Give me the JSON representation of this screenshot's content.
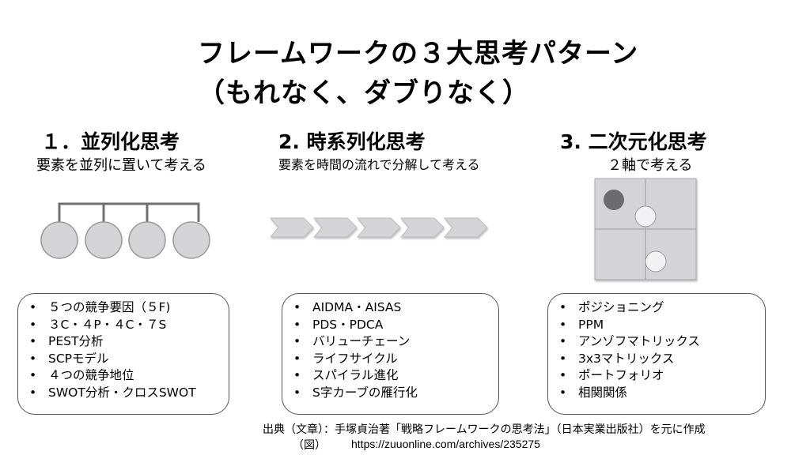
{
  "title": {
    "line1": "フレームワークの３大思考パターン",
    "line2": "（もれなく、ダブりなく）"
  },
  "sections": [
    {
      "heading": "１．並列化思考",
      "subtitle": "要素を並列に置いて考える",
      "diagram": "parallel-circles",
      "items": [
        "５つの競争要因（５F)",
        "３C・４P・４C・７S",
        "PEST分析",
        "SCPモデル",
        "４つの競争地位",
        "SWOT分析・クロスSWOT"
      ]
    },
    {
      "heading": "2.  時系列化思考",
      "subtitle": "要素を時間の流れで分解して考える",
      "diagram": "chevron-sequence",
      "items": [
        "AIDMA・AISAS",
        "PDS・PDCA",
        "バリューチェーン",
        "ライフサイクル",
        "スパイラル進化",
        "S字カーブの雁行化"
      ]
    },
    {
      "heading": "3.  二次元化思考",
      "subtitle": "２軸で考える",
      "diagram": "quadrant-matrix",
      "items": [
        "ポジショニング",
        "PPM",
        "アンゾフマトリックス",
        "3x3マトリックス",
        "ポートフォリオ",
        "相関関係"
      ]
    }
  ],
  "bullet": "•",
  "source": {
    "label1": "出典（文章）：",
    "text1": "手塚貞治著「戦略フレームワークの思考法」（日本実業出版社）を元に作成",
    "label2": "（図）",
    "url": "https://zuuonline.com/archives/235275"
  },
  "colors": {
    "shape_fill": "#d4d4d6",
    "shape_stroke": "#9a9a9c",
    "connector": "#707070",
    "dark_dot": "#6b6b6d",
    "light_dot": "#f2f2f2"
  }
}
